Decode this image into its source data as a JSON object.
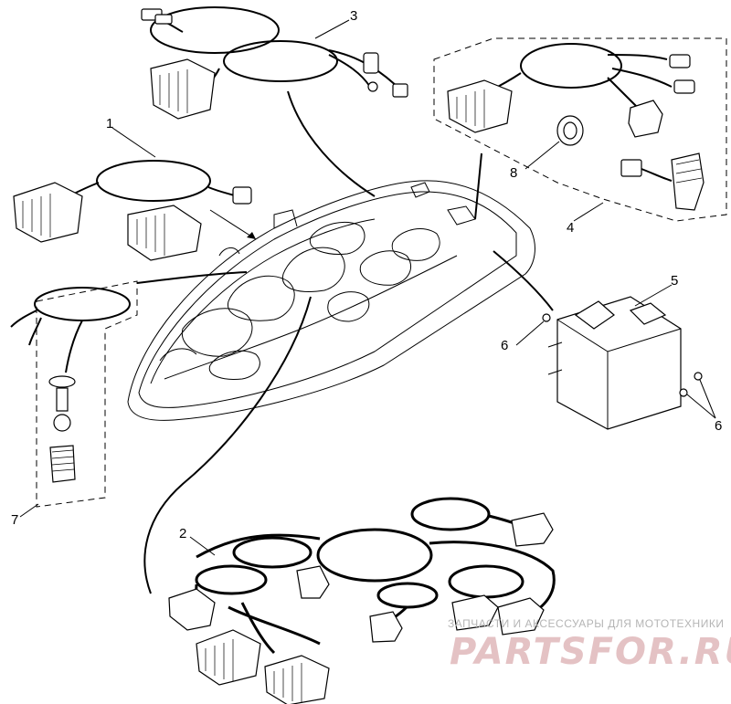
{
  "diagram": {
    "callouts": [
      {
        "id": "1",
        "label": "1"
      },
      {
        "id": "2",
        "label": "2"
      },
      {
        "id": "3",
        "label": "3"
      },
      {
        "id": "4",
        "label": "4"
      },
      {
        "id": "5",
        "label": "5"
      },
      {
        "id": "6a",
        "label": "6"
      },
      {
        "id": "6b",
        "label": "6"
      },
      {
        "id": "7",
        "label": "7"
      },
      {
        "id": "8",
        "label": "8"
      }
    ],
    "watermark": {
      "line1": "ЗАПЧАСТИ И АКСЕССУАРЫ ДЛЯ МОТОТЕХНИКИ",
      "line2": "PARTSFOR.RU"
    }
  }
}
